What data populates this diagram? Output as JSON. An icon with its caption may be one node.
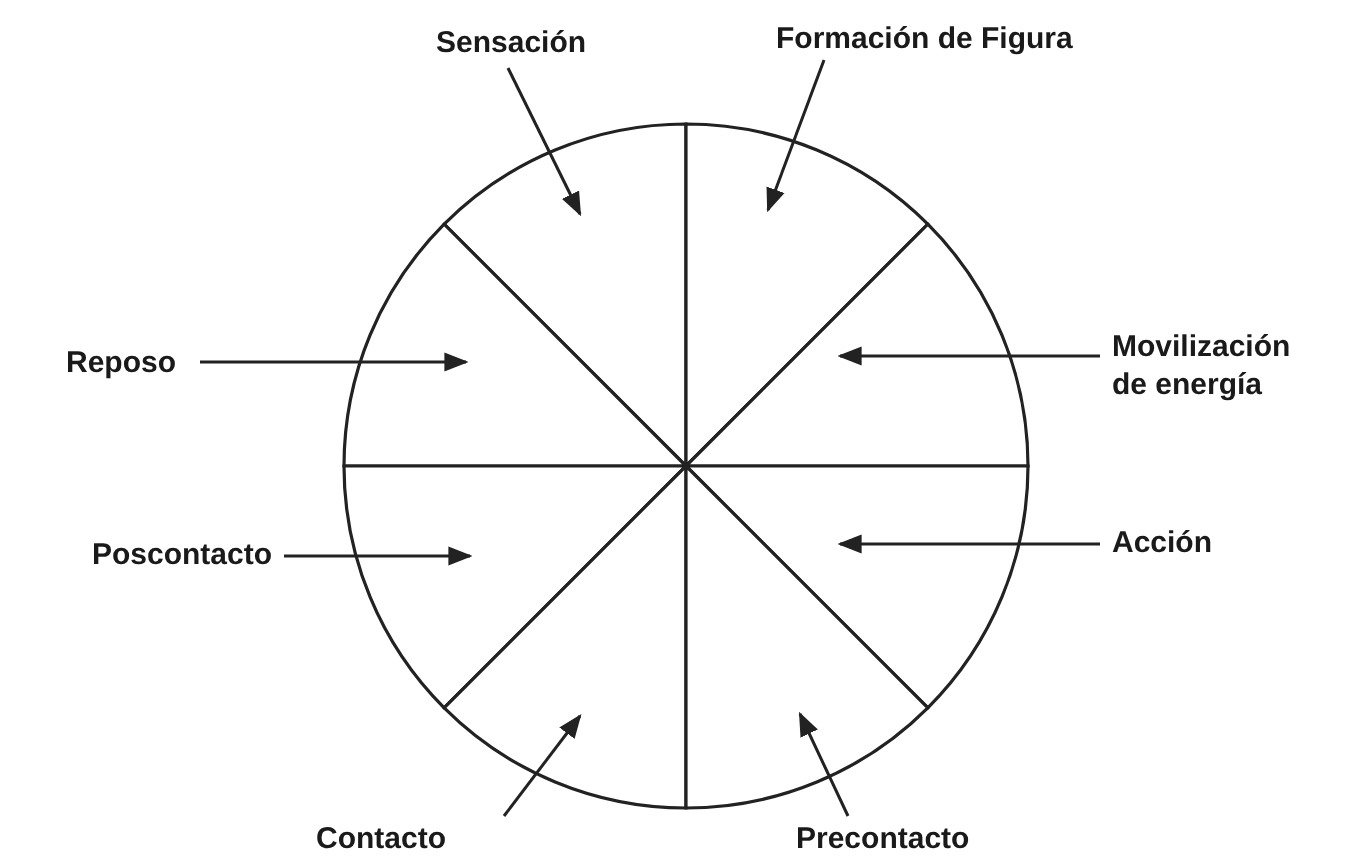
{
  "diagram": {
    "nodes": [
      {
        "text": [
          "Sensación"
        ]
      },
      {
        "text": [
          "Formación de Figura"
        ]
      },
      {
        "text": [
          "Reposo"
        ]
      },
      {
        "text": [
          "Movilización de energía"
        ]
      },
      {
        "text": [
          "Poscontacto"
        ]
      },
      {
        "text": [
          "Acción"
        ]
      },
      {
        "text": [
          "Contacto"
        ]
      },
      {
        "text": [
          "Precontacto"
        ]
      },
      {
        "text": [],
        "shape": "sector"
      },
      {
        "text": [],
        "shape": "sector"
      },
      {
        "text": [],
        "shape": "sector"
      },
      {
        "text": [],
        "shape": "sector"
      },
      {
        "text": [],
        "shape": "sector"
      },
      {
        "text": [],
        "shape": "sector"
      },
      {
        "text": [],
        "shape": "sector"
      },
      {
        "text": [],
        "shape": "sector"
      }
    ],
    "edges": [
      {
        "from": 0,
        "to": 8,
        "arrow": "to"
      },
      {
        "from": 1,
        "to": 9,
        "arrow": "to"
      },
      {
        "from": 2,
        "to": 10,
        "arrow": "to"
      },
      {
        "from": 3,
        "to": 11,
        "arrow": "to"
      },
      {
        "from": 4,
        "to": 12,
        "arrow": "to"
      },
      {
        "from": 5,
        "to": 13,
        "arrow": "to"
      },
      {
        "from": 6,
        "to": 14,
        "arrow": "to"
      },
      {
        "from": 7,
        "to": 15,
        "arrow": "to"
      }
    ]
  }
}
